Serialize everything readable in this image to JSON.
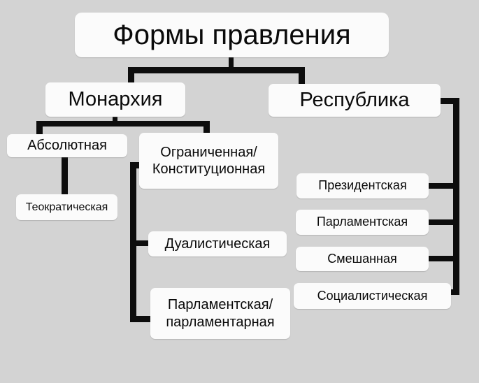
{
  "diagram": {
    "title": "Формы правления",
    "background_color": "#d3d3d3",
    "node_color": "#fbfbfb",
    "line_color": "#0d0d0d",
    "root": {
      "label": "Формы правления"
    },
    "branches": [
      {
        "key": "monarchy",
        "label": "Монархия",
        "children": [
          {
            "key": "absolute",
            "label": "Абсолютная",
            "children": [
              {
                "key": "theocratic",
                "label": "Теократическая"
              }
            ]
          },
          {
            "key": "limited",
            "label": "Ограниченная/ Конституционная",
            "children": [
              {
                "key": "dualistic",
                "label": "Дуалистическая"
              },
              {
                "key": "parliamentary_monarchy",
                "label": "Парламентская/ парламентарная"
              }
            ]
          }
        ]
      },
      {
        "key": "republic",
        "label": "Республика",
        "children": [
          {
            "key": "presidential",
            "label": "Президентская"
          },
          {
            "key": "parliamentary",
            "label": "Парламентская"
          },
          {
            "key": "mixed",
            "label": "Смешанная"
          },
          {
            "key": "socialist",
            "label": "Социалистическая"
          }
        ]
      }
    ]
  },
  "nodes": {
    "title": "Формы правления",
    "monarchy": "Монархия",
    "republic": "Республика",
    "absolute": "Абсолютная",
    "theocratic": "Теократическая",
    "limited_line1": "Ограниченная/",
    "limited_line2": "Конституционная",
    "dualistic": "Дуалистическая",
    "parl_mon_line1": "Парламентская/",
    "parl_mon_line2": "парламентарная",
    "presidential": "Президентская",
    "parliamentary": "Парламентская",
    "mixed": "Смешанная",
    "socialist": "Социалистическая"
  }
}
